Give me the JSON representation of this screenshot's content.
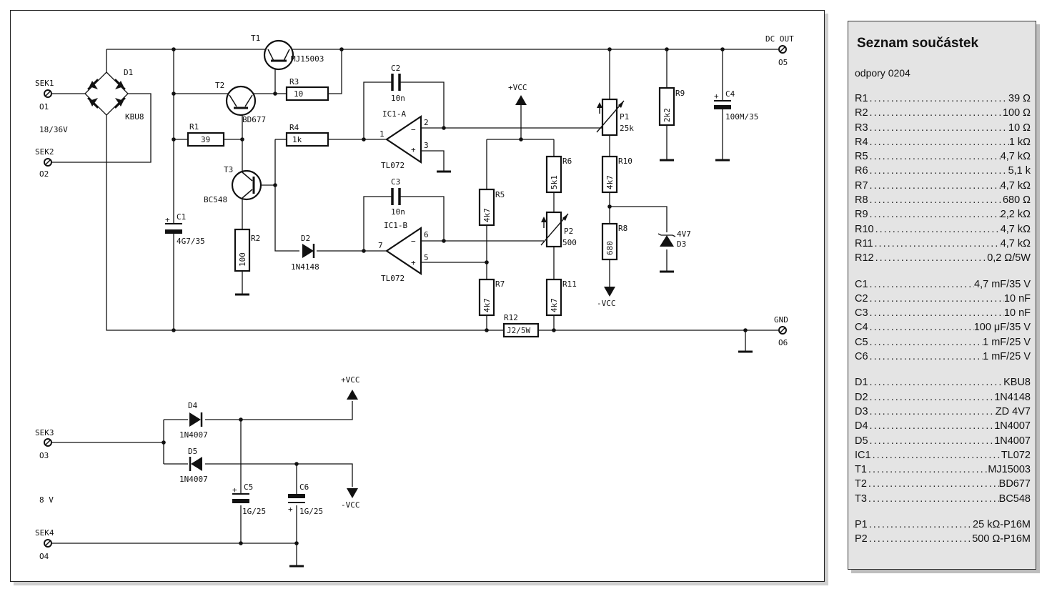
{
  "schematic": {
    "terminals": {
      "sek1": "SEK1",
      "o1": "O1",
      "sek2": "SEK2",
      "o2": "O2",
      "sek3": "SEK3",
      "o3": "O3",
      "sek4": "SEK4",
      "o4": "O4",
      "dc_out": "DC OUT",
      "o5": "O5",
      "gnd": "GND",
      "o6": "O6"
    },
    "voltages": {
      "ac_main": "18/36V",
      "ac_aux": "8 V",
      "pvcc": "+VCC",
      "nvcc": "-VCC"
    },
    "labels": {
      "D1": "D1",
      "KBU8": "KBU8",
      "T1": "T1",
      "MJ15003": "MJ15003",
      "T2": "T2",
      "BD677": "BD677",
      "T3": "T3",
      "BC548": "BC548",
      "R1": "R1",
      "R1v": "39",
      "R2": "R2",
      "R2v": "100",
      "R3": "R3",
      "R3v": "10",
      "R4": "R4",
      "R4v": "1k",
      "R5": "R5",
      "R5v": "4k7",
      "R6": "R6",
      "R6v": "5k1",
      "R7": "R7",
      "R7v": "4k7",
      "R8": "R8",
      "R8v": "680",
      "R9": "R9",
      "R9v": "2k2",
      "R10": "R10",
      "R10v": "4k7",
      "R11": "R11",
      "R11v": "4k7",
      "R12": "R12",
      "R12v": "J2/5W",
      "C1": "C1",
      "C1v": "4G7/35",
      "C2": "C2",
      "C2v": "10n",
      "C3": "C3",
      "C3v": "10n",
      "C4": "C4",
      "C4v": "100M/35",
      "C5": "C5",
      "C5v": "1G/25",
      "C6": "C6",
      "C6v": "1G/25",
      "D2": "D2",
      "D2v": "1N4148",
      "D3": "D3",
      "D3v": "4V7",
      "D4": "D4",
      "D4v": "1N4007",
      "D5": "D5",
      "D5v": "1N4007",
      "P1": "P1",
      "P1v": "25k",
      "P2": "P2",
      "P2v": "500",
      "ICA": "IC1-A",
      "ICB": "IC1-B",
      "TL072": "TL072",
      "pin1": "1",
      "pin2": "2",
      "pin3": "3",
      "pin5": "5",
      "pin6": "6",
      "pin7": "7",
      "minus": "−",
      "plus": "+"
    }
  },
  "parts": {
    "title": "Seznam součástek",
    "subtitle": "odpory 0204",
    "groups": [
      [
        {
          "ref": "R1",
          "value": "39 Ω"
        },
        {
          "ref": "R2",
          "value": "100 Ω"
        },
        {
          "ref": "R3",
          "value": "10 Ω"
        },
        {
          "ref": "R4",
          "value": "1 kΩ"
        },
        {
          "ref": "R5",
          "value": "4,7 kΩ"
        },
        {
          "ref": "R6",
          "value": "5,1 k"
        },
        {
          "ref": "R7",
          "value": "4,7 kΩ"
        },
        {
          "ref": "R8",
          "value": "680 Ω"
        },
        {
          "ref": "R9",
          "value": "2,2 kΩ"
        },
        {
          "ref": "R10",
          "value": "4,7 kΩ"
        },
        {
          "ref": "R11",
          "value": "4,7 kΩ"
        },
        {
          "ref": "R12",
          "value": "0,2 Ω/5W"
        }
      ],
      [
        {
          "ref": "C1",
          "value": "4,7 mF/35 V"
        },
        {
          "ref": "C2",
          "value": "10 nF"
        },
        {
          "ref": "C3",
          "value": "10 nF"
        },
        {
          "ref": "C4",
          "value": "100 μF/35 V"
        },
        {
          "ref": "C5",
          "value": "1 mF/25 V"
        },
        {
          "ref": "C6",
          "value": "1 mF/25 V"
        }
      ],
      [
        {
          "ref": "D1",
          "value": "KBU8"
        },
        {
          "ref": "D2",
          "value": "1N4148"
        },
        {
          "ref": "D3",
          "value": "ZD 4V7"
        },
        {
          "ref": "D4",
          "value": "1N4007"
        },
        {
          "ref": "D5",
          "value": "1N4007"
        },
        {
          "ref": "IC1",
          "value": "TL072"
        },
        {
          "ref": "T1",
          "value": "MJ15003"
        },
        {
          "ref": "T2",
          "value": "BD677"
        },
        {
          "ref": "T3",
          "value": "BC548"
        }
      ],
      [
        {
          "ref": "P1",
          "value": "25 kΩ-P16M"
        },
        {
          "ref": "P2",
          "value": "500 Ω-P16M"
        }
      ]
    ]
  }
}
